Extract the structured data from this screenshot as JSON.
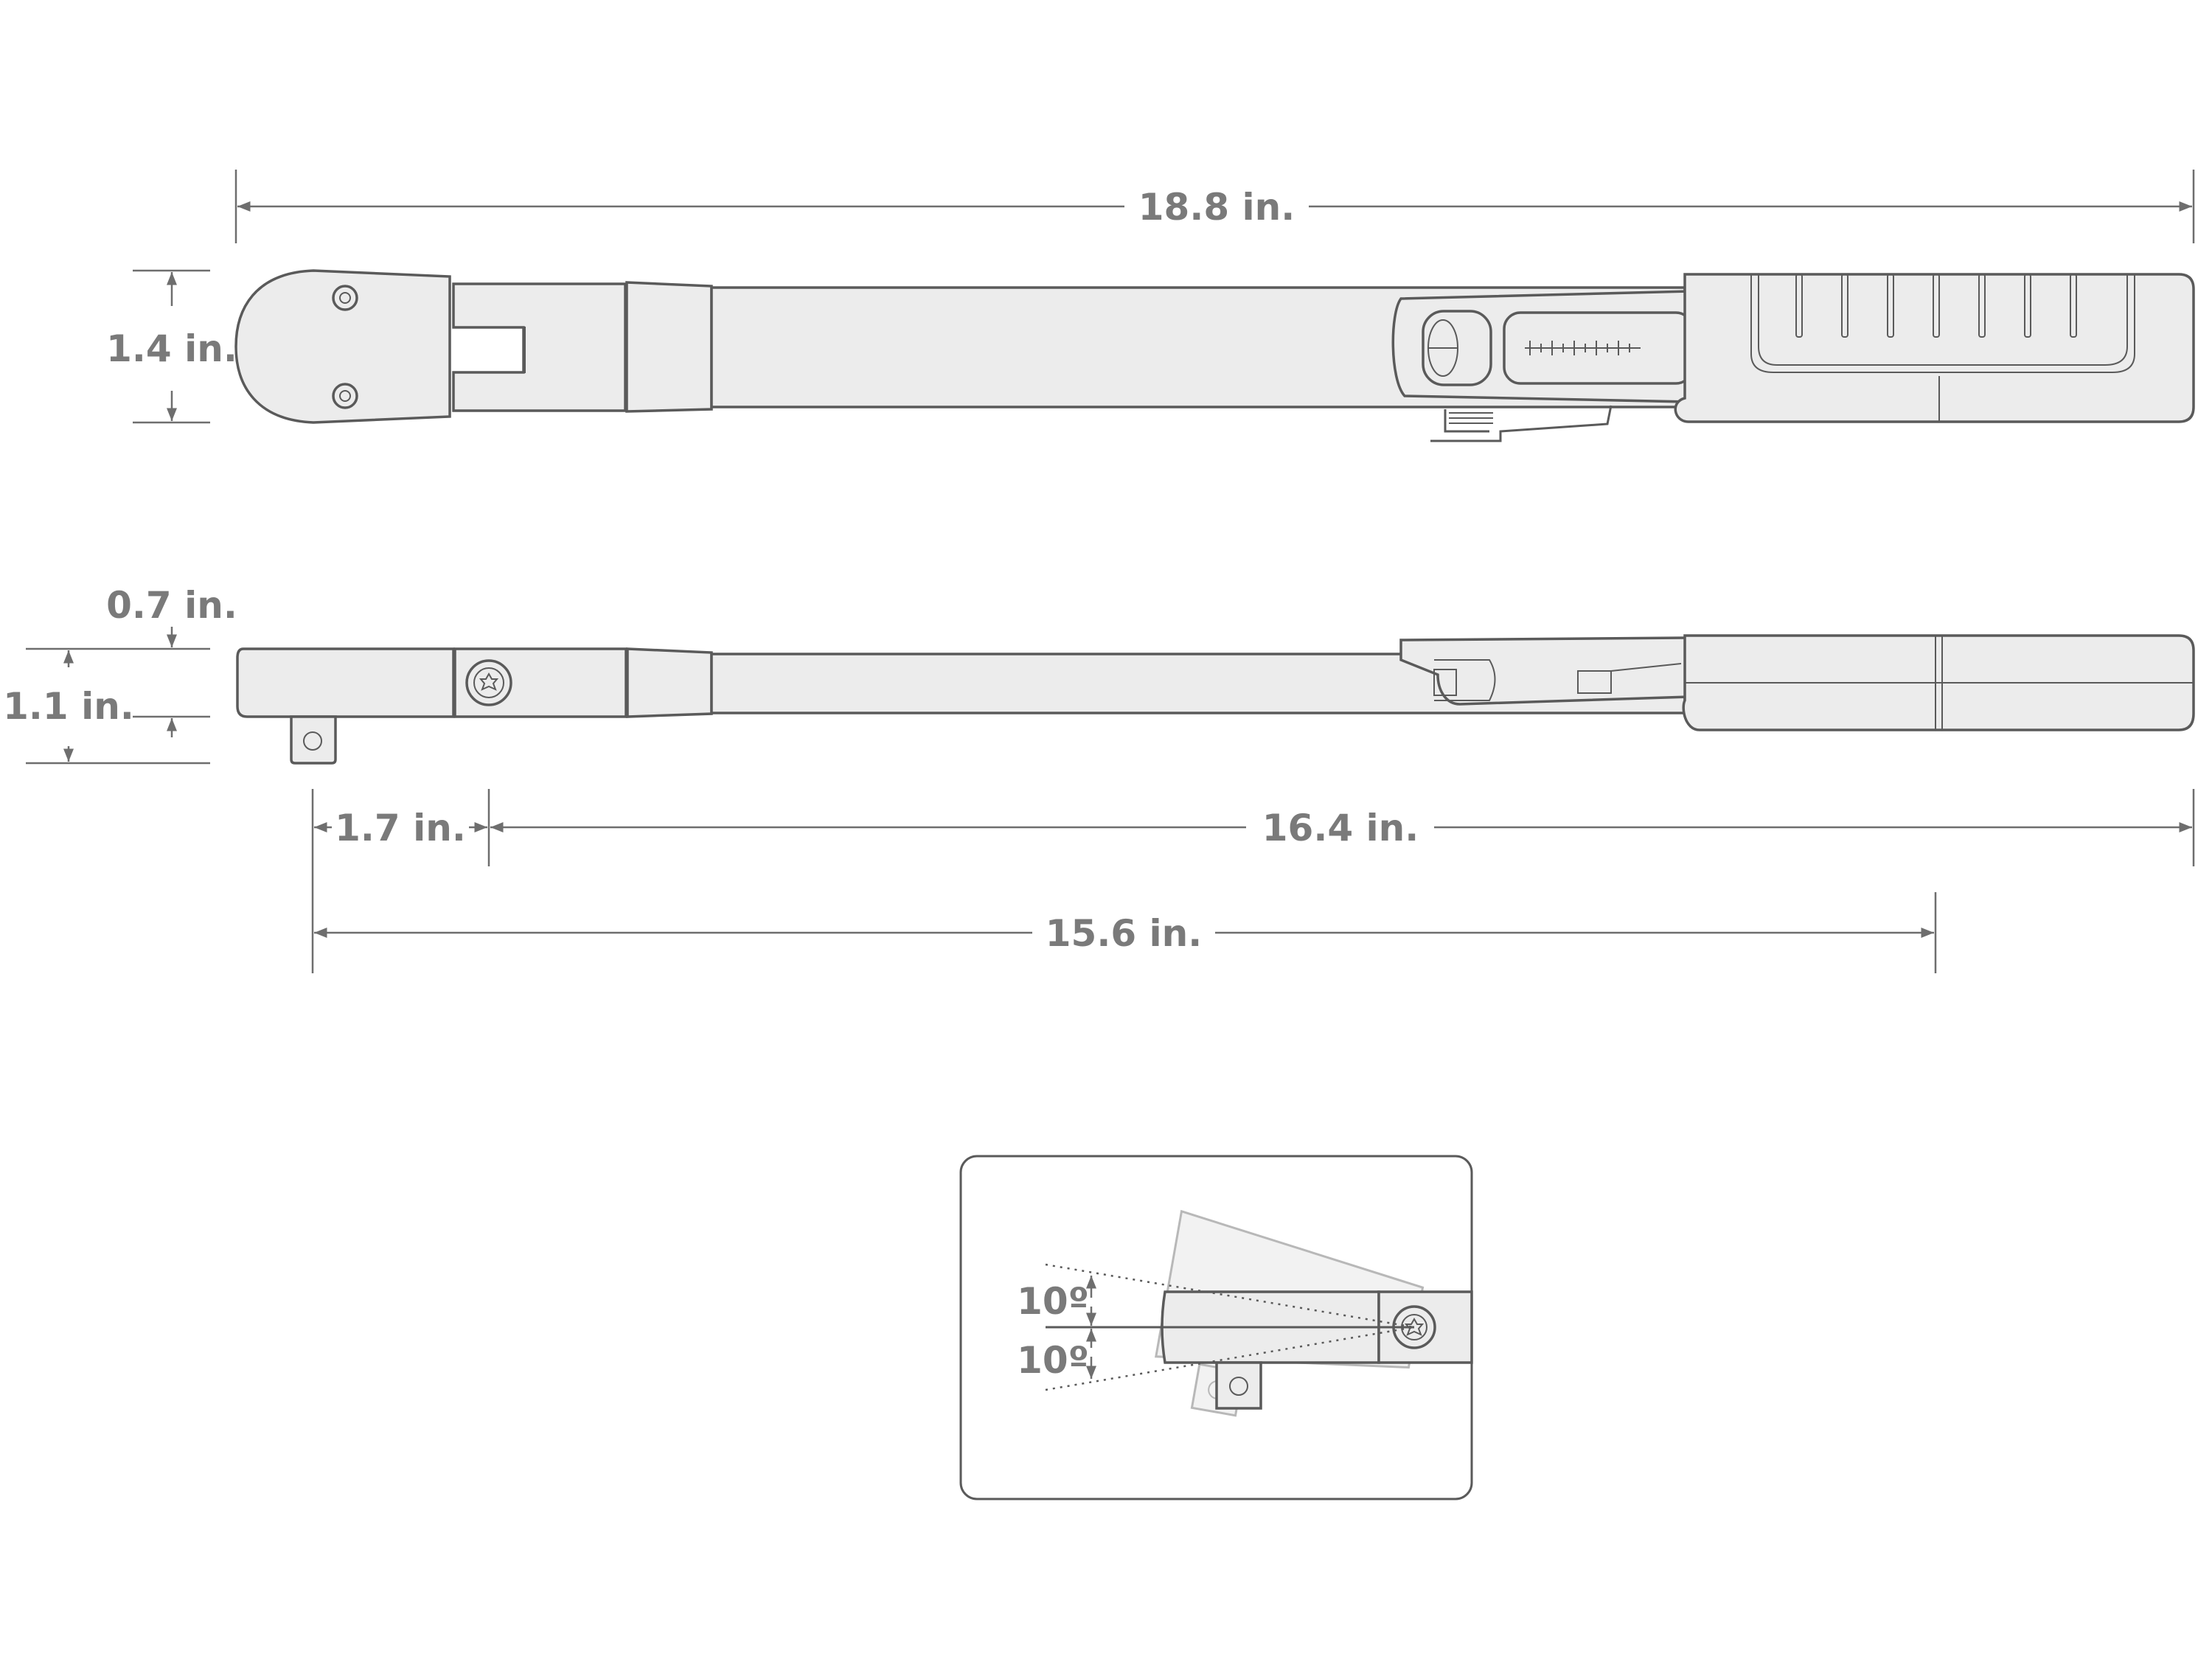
{
  "dimensions": {
    "overall_length": "18.8 in.",
    "head_height": "1.4 in.",
    "head_offset": "0.7 in.",
    "side_height": "1.1 in.",
    "drive_to_pivot": "1.7 in.",
    "pivot_to_end": "16.4 in.",
    "effective_length": "15.6 in."
  },
  "flex_detail": {
    "angle_up": "10º",
    "angle_down": "10º"
  },
  "colors": {
    "outline": "#5a5a5a",
    "fill": "#ececec",
    "dimension_text": "#7a7a7a"
  }
}
